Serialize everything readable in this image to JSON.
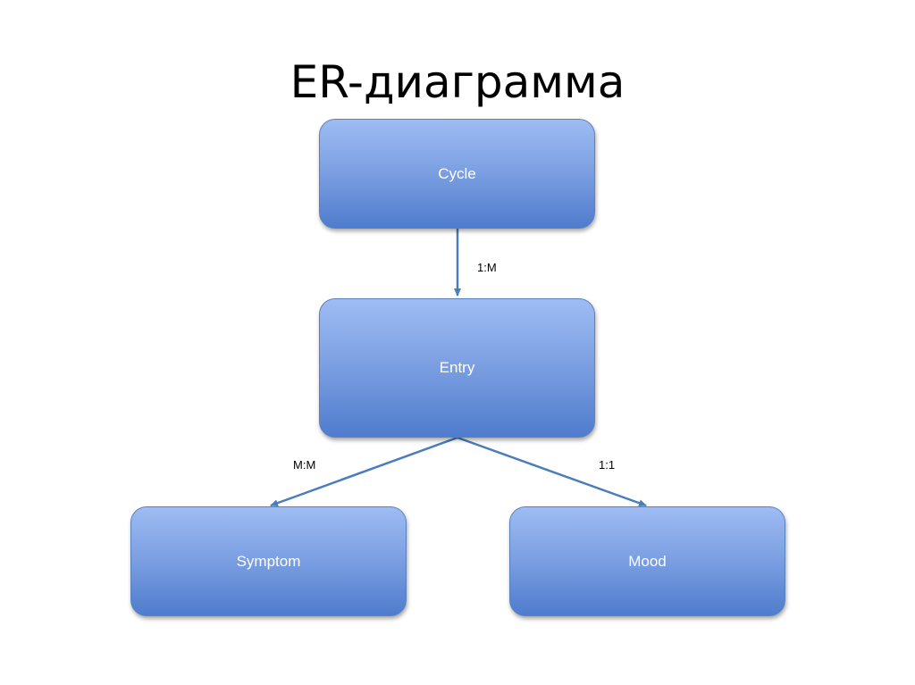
{
  "title": "ER-диаграмма",
  "entities": {
    "cycle": {
      "label": "Cycle"
    },
    "entry": {
      "label": "Entry"
    },
    "symptom": {
      "label": "Symptom"
    },
    "mood": {
      "label": "Mood"
    }
  },
  "relationships": [
    {
      "from": "Cycle",
      "to": "Entry",
      "label": "1:M"
    },
    {
      "from": "Entry",
      "to": "Symptom",
      "label": "M:M"
    },
    {
      "from": "Entry",
      "to": "Mood",
      "label": "1:1"
    }
  ],
  "colors": {
    "box_top": "#9ebcf4",
    "box_bottom": "#4f7ccd",
    "box_border": "#5a82bd",
    "connector": "#4a7ebb",
    "box_text": "#ffffff"
  }
}
